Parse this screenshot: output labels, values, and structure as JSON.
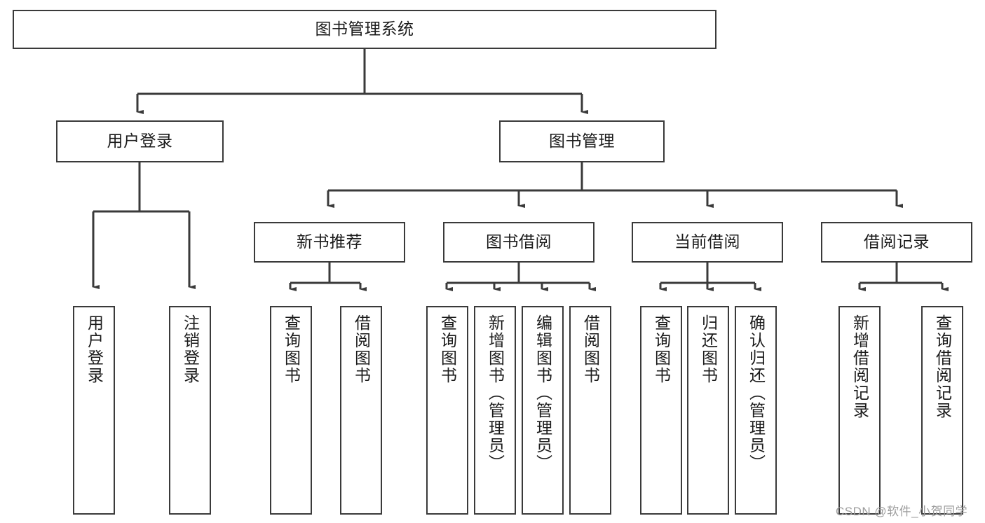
{
  "diagram": {
    "title": "图书管理系统",
    "type": "tree",
    "line_color": "#3a3a3a",
    "box_fill": "#ffffff",
    "text_color": "#1b1b1b"
  },
  "root": {
    "label": "图书管理系统"
  },
  "level1": [
    {
      "label": "用户登录"
    },
    {
      "label": "图书管理"
    }
  ],
  "level2": [
    {
      "label": "新书推荐"
    },
    {
      "label": "图书借阅"
    },
    {
      "label": "当前借阅"
    },
    {
      "label": "借阅记录"
    }
  ],
  "leaves": {
    "user_login": [
      {
        "label": "用户登录"
      },
      {
        "label": "注销登录"
      }
    ],
    "new_book_recommend": [
      {
        "label": "查询图书"
      },
      {
        "label": "借阅图书"
      }
    ],
    "book_borrow": [
      {
        "label": "查询图书"
      },
      {
        "label": "新增图书（管理员）"
      },
      {
        "label": "编辑图书（管理员）"
      },
      {
        "label": "借阅图书"
      }
    ],
    "current_borrow": [
      {
        "label": "查询图书"
      },
      {
        "label": "归还图书"
      },
      {
        "label": "确认归还（管理员）"
      }
    ],
    "borrow_record": [
      {
        "label": "新增借阅记录"
      },
      {
        "label": "查询借阅记录"
      }
    ]
  },
  "watermark": {
    "text": "CSDN @软件_小贺同学"
  }
}
